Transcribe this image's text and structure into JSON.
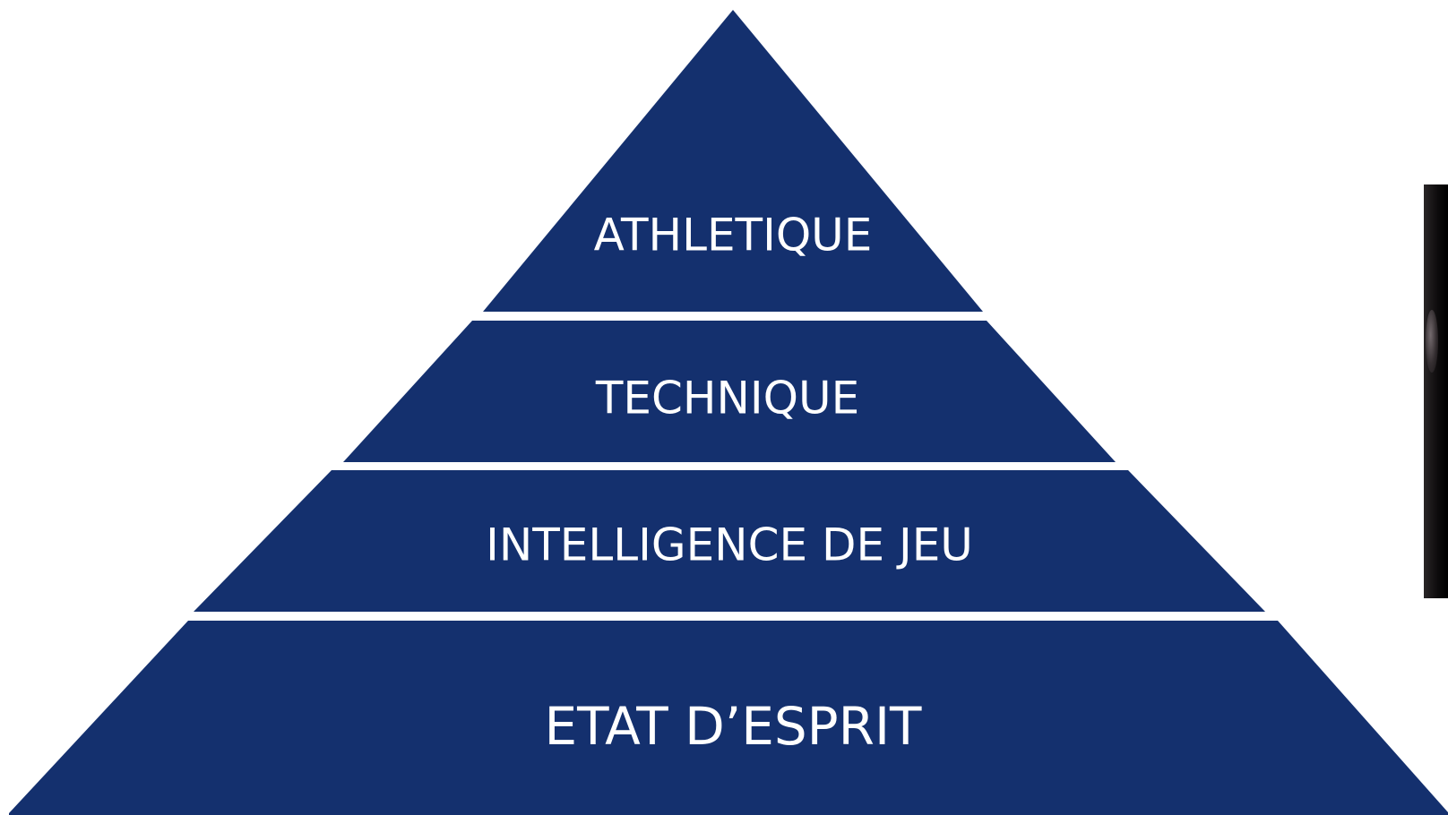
{
  "diagram": {
    "fill_color": "#14306e",
    "text_color": "#ffffff",
    "background": "#ffffff",
    "tiers": [
      {
        "label": "ATHLETIQUE"
      },
      {
        "label": "TECHNIQUE"
      },
      {
        "label": "INTELLIGENCE DE JEU"
      },
      {
        "label": "ETAT D’ESPRIT"
      }
    ]
  },
  "side_image": {
    "icon": "photo-icon"
  }
}
